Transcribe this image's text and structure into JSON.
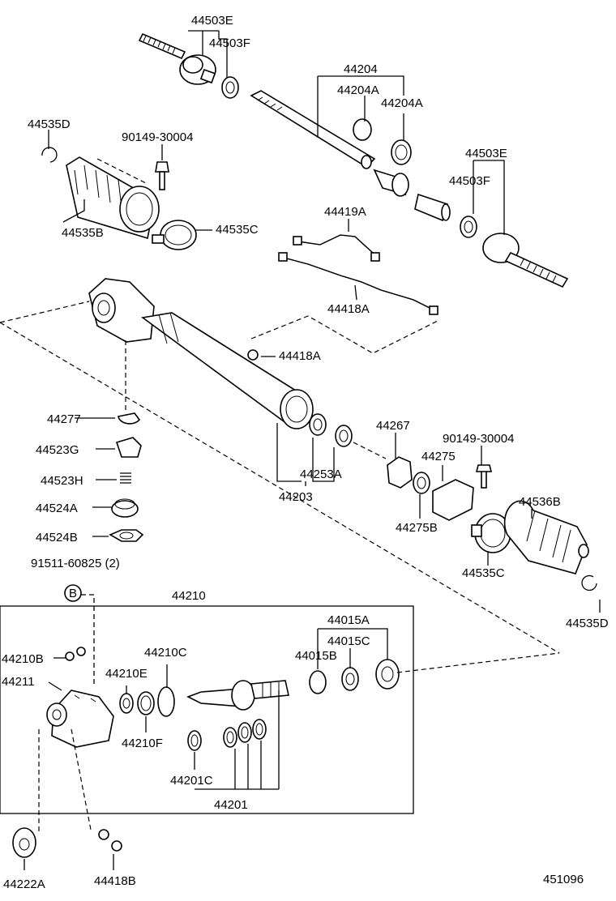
{
  "diagram": {
    "id_code": "451096",
    "labels": {
      "p44503E_top": "44503E",
      "p44503F_top": "44503F",
      "p44204": "44204",
      "p44204A_1": "44204A",
      "p44204A_2": "44204A",
      "p44535D_top": "44535D",
      "p90149_top": "90149-30004",
      "p44503E_right": "44503E",
      "p44503F_right": "44503F",
      "p44535B": "44535B",
      "p44535C_top": "44535C",
      "p44419A": "44419A",
      "p44418A_pipe": "44418A",
      "p44418A": "44418A",
      "p44277": "44277",
      "p44523G": "44523G",
      "p44523H": "44523H",
      "p44524A": "44524A",
      "p44524B": "44524B",
      "p91511": "91511-60825 (2)",
      "p_B": "B",
      "p44267": "44267",
      "p90149_right": "90149-30004",
      "p44275": "44275",
      "p44253A": "44253A",
      "p44203": "44203",
      "p44275B": "44275B",
      "p44536B": "44536B",
      "p44535C_right": "44535C",
      "p44535D_right": "44535D",
      "p44210": "44210",
      "p44015A": "44015A",
      "p44015C": "44015C",
      "p44015B": "44015B",
      "p44210B": "44210B",
      "p44210C": "44210C",
      "p44211": "44211",
      "p44210E": "44210E",
      "p44210F": "44210F",
      "p44201C": "44201C",
      "p44201": "44201",
      "p44222A": "44222A",
      "p44418B": "44418B"
    }
  }
}
